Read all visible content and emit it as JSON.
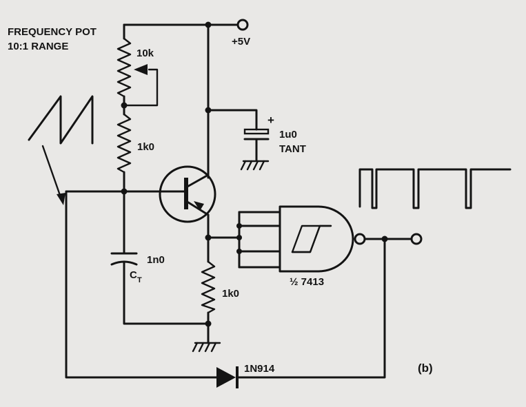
{
  "labels": {
    "freq_pot_line1": "FREQUENCY POT",
    "freq_pot_line2": "10:1 RANGE",
    "pot_value": "10k",
    "r_series_value": "1k0",
    "r_emitter_value": "1k0",
    "supply": "+5V",
    "cap_tant_value": "1u0",
    "cap_tant_type": "TANT",
    "cap_tant_polarity": "+",
    "cap_t_value": "1n0",
    "cap_t_name": "C",
    "cap_t_subscript": "T",
    "gate_name": "½ 7413",
    "diode_name": "1N914",
    "figure_label": "(b)"
  },
  "colors": {
    "ink": "#141414",
    "paper": "#e9e8e6"
  }
}
